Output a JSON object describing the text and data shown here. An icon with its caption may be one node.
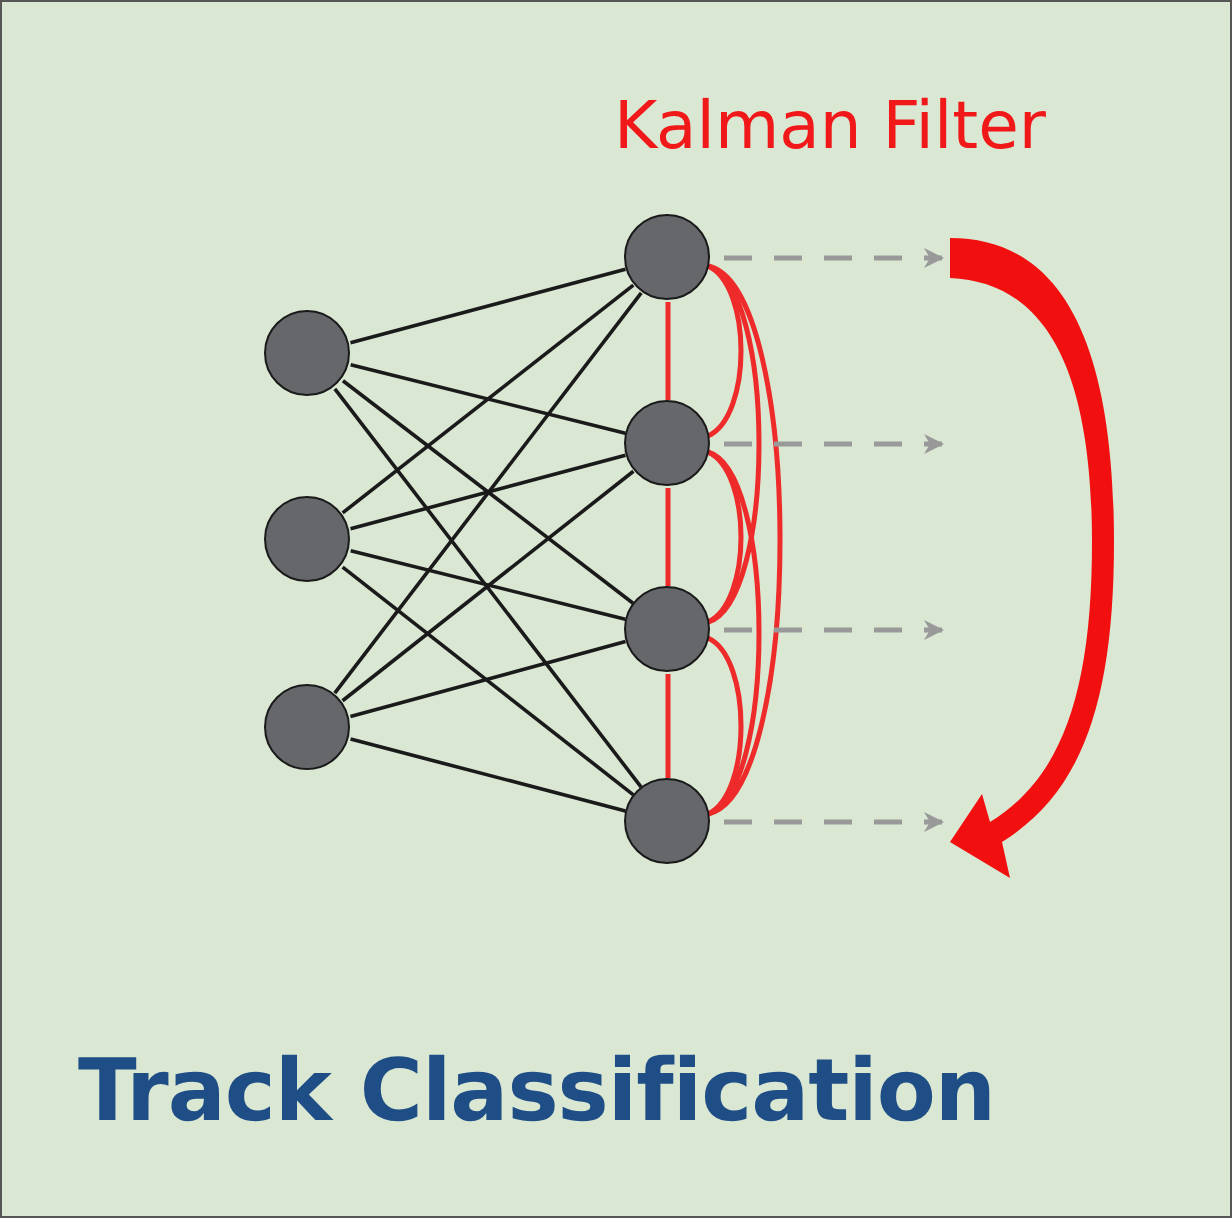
{
  "diagram": {
    "title": "Track Classification",
    "nodes": [
      {
        "text": [],
        "shape": "circle"
      },
      {
        "text": [],
        "shape": "circle"
      },
      {
        "text": [],
        "shape": "circle"
      },
      {
        "text": [],
        "shape": "circle"
      },
      {
        "text": [],
        "shape": "circle"
      },
      {
        "text": [],
        "shape": "circle"
      },
      {
        "text": [],
        "shape": "circle"
      }
    ],
    "edges": [
      {
        "from": 0,
        "to": 3,
        "arrow": "none"
      },
      {
        "from": 0,
        "to": 4,
        "arrow": "none"
      },
      {
        "from": 0,
        "to": 5,
        "arrow": "none"
      },
      {
        "from": 0,
        "to": 6,
        "arrow": "none"
      },
      {
        "from": 1,
        "to": 3,
        "arrow": "none"
      },
      {
        "from": 1,
        "to": 4,
        "arrow": "none"
      },
      {
        "from": 1,
        "to": 5,
        "arrow": "none"
      },
      {
        "from": 1,
        "to": 6,
        "arrow": "none"
      },
      {
        "from": 2,
        "to": 3,
        "arrow": "none"
      },
      {
        "from": 2,
        "to": 4,
        "arrow": "none"
      },
      {
        "from": 2,
        "to": 5,
        "arrow": "none"
      },
      {
        "from": 2,
        "to": 6,
        "arrow": "none"
      },
      {
        "from": 3,
        "to": 4,
        "arrow": "none",
        "color": "#ee2a2a"
      },
      {
        "from": 4,
        "to": 5,
        "arrow": "none",
        "color": "#ee2a2a"
      },
      {
        "from": 5,
        "to": 6,
        "arrow": "none",
        "color": "#ee2a2a"
      },
      {
        "from": 3,
        "to": 4,
        "arrow": "none",
        "color": "#ee2a2a"
      },
      {
        "from": 3,
        "to": 5,
        "arrow": "none",
        "color": "#ee2a2a"
      },
      {
        "from": 3,
        "to": 6,
        "arrow": "none",
        "color": "#ee2a2a"
      },
      {
        "from": 4,
        "to": 5,
        "arrow": "none",
        "color": "#ee2a2a"
      },
      {
        "from": 4,
        "to": 6,
        "arrow": "none",
        "color": "#ee2a2a"
      },
      {
        "from": 5,
        "to": 6,
        "arrow": "none",
        "color": "#ee2a2a"
      },
      {
        "from": 3,
        "to": null,
        "arrow": "to",
        "style": "dashed",
        "color": "#999999"
      },
      {
        "from": 4,
        "to": null,
        "arrow": "to",
        "style": "dashed",
        "color": "#999999"
      },
      {
        "from": 5,
        "to": null,
        "arrow": "to",
        "style": "dashed",
        "color": "#999999"
      },
      {
        "from": 6,
        "to": null,
        "arrow": "to",
        "style": "dashed",
        "color": "#999999"
      }
    ],
    "labels": [
      "Kalman Filter"
    ]
  }
}
